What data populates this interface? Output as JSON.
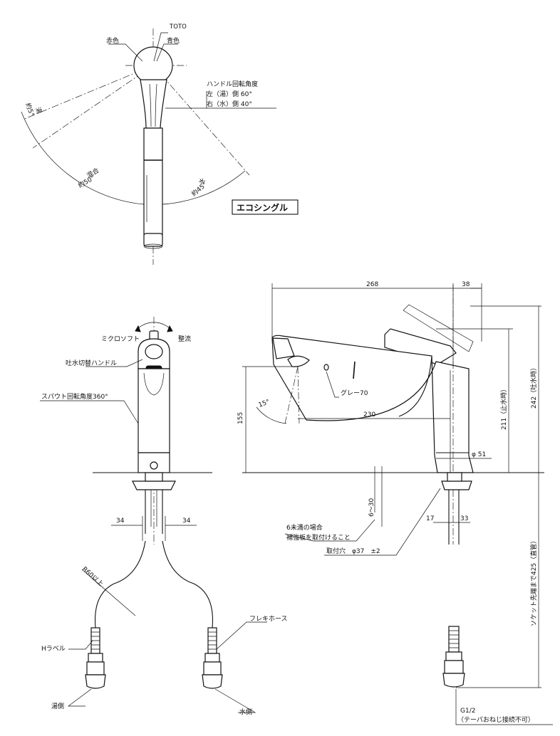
{
  "top_view": {
    "toto": "TOTO",
    "red": "赤色",
    "blue": "青色",
    "rot_title": "ハンドル回転角度",
    "rot_left": "左（湯）側 60°",
    "rot_right": "右（水）側 40°",
    "hot_top": "湯",
    "hot_angle": "約5°",
    "mix": "混合",
    "mix_angle": "約50°",
    "water": "水",
    "water_angle": "約45°",
    "eco": "エコシングル"
  },
  "front_view": {
    "micro": "ミクロソフト",
    "flow": "整流",
    "switch": "吐水切替ハンドル",
    "spout": "スパウト回転角度360°",
    "dim_left": "34",
    "dim_right": "34",
    "radius": "R60以上",
    "flex": "フレキホース",
    "h_label": "Hラベル",
    "hot_side": "湯側",
    "cold_side": "水側"
  },
  "side_view": {
    "d268": "268",
    "d38": "38",
    "d15": "15°",
    "grey": "グレー70",
    "d230": "230",
    "d155": "155",
    "d211": "211（止水時）",
    "d242": "242（吐水時）",
    "d51": "φ 51",
    "d630": "6～30",
    "reinforce1": "6未満の場合",
    "reinforce2": "補強板を取付けること",
    "hole": "取付穴　φ37　±2",
    "d17": "17",
    "d33": "33",
    "socket": "ソケット先端まで425（直管）",
    "g12": "G1/2",
    "taper": "（テーパおねじ接続不可）"
  }
}
